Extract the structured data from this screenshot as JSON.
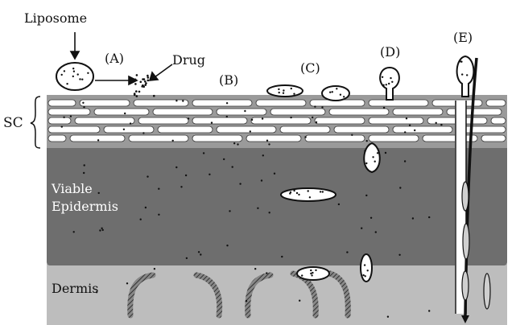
{
  "labels": {
    "liposome": "Liposome",
    "drug": "Drug",
    "sc": "SC",
    "viable_1": "Viable",
    "viable_2": "Epidermis",
    "dermis": "Dermis",
    "route_a": "(A)",
    "route_b": "(B)",
    "route_c": "(C)",
    "route_d": "(D)",
    "route_e": "(E)"
  },
  "colors": {
    "viable_epidermis": "#6e6e6e",
    "dermis": "#bdbdbd",
    "sc_background": "#9a9a9a",
    "corneocyte": "#ffffff",
    "outline": "#111111"
  }
}
